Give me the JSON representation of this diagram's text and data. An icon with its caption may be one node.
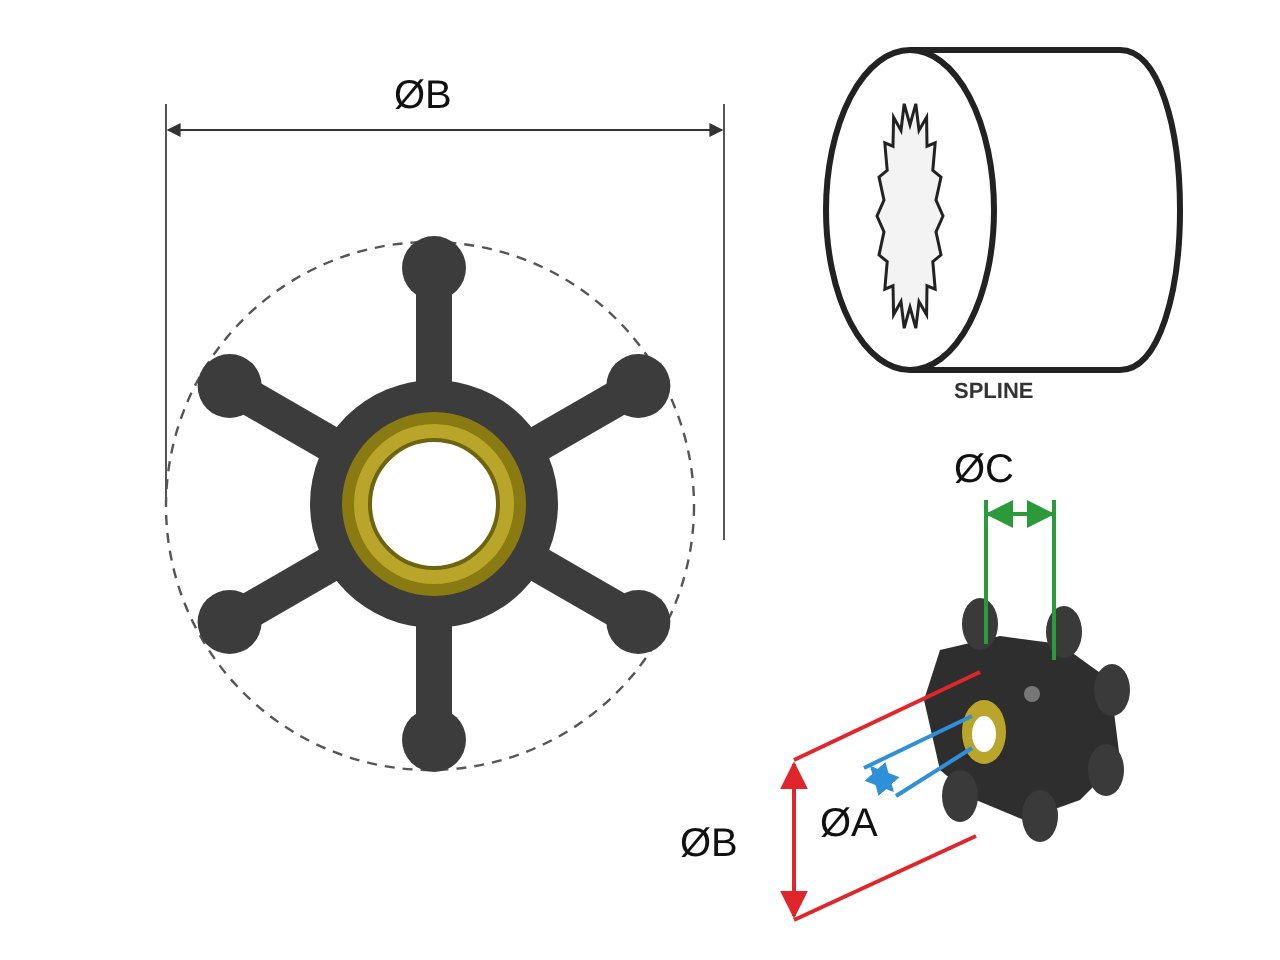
{
  "diagram": {
    "labels": [
      "ØB",
      "SPLINE",
      "ØC",
      "ØB",
      "ØA"
    ]
  }
}
